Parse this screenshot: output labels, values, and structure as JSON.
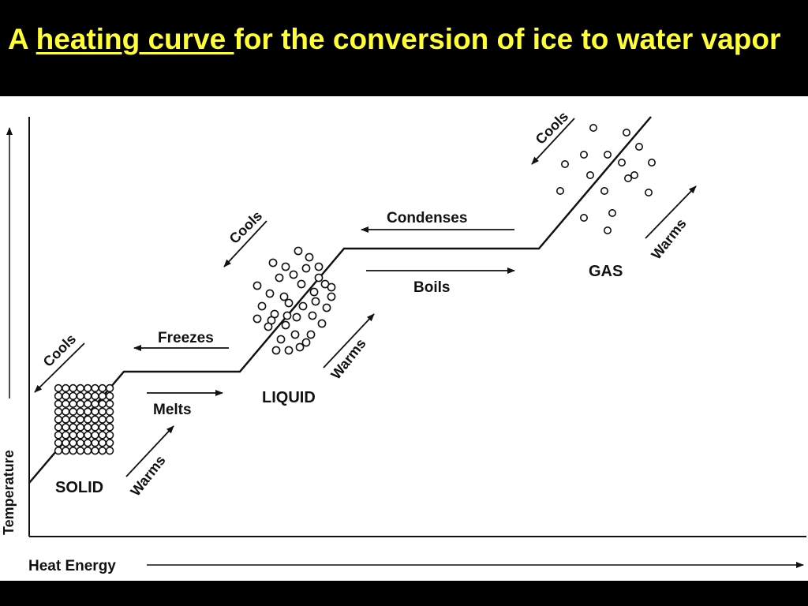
{
  "title": {
    "prefix": "A ",
    "highlight": "heating curve ",
    "suffix": "for the conversion of ice to water vapor"
  },
  "axes": {
    "x_label": "Heat Energy",
    "y_label": "Temperature"
  },
  "phases": {
    "solid": "SOLID",
    "liquid": "LIQUID",
    "gas": "GAS"
  },
  "transitions": {
    "cools": "Cools",
    "warms": "Warms",
    "freezes": "Freezes",
    "melts": "Melts",
    "condenses": "Condenses",
    "boils": "Boils"
  },
  "colors": {
    "title": "#ffff33",
    "background": "#000000",
    "panel": "#ffffff",
    "ink": "#111111"
  }
}
